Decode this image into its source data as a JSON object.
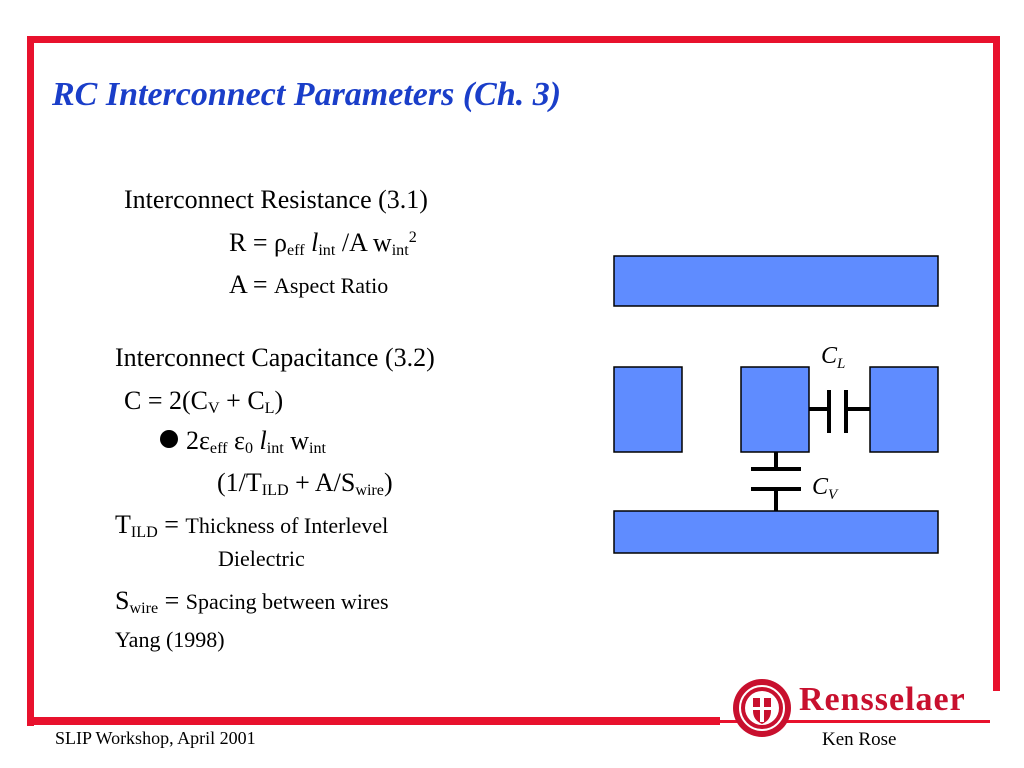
{
  "title": "RC Interconnect Parameters (Ch. 3)",
  "resistance": {
    "heading": "Interconnect Resistance (3.1)",
    "r_eq": "R = ",
    "rho": "ρ",
    "sub_eff": "eff",
    "l": "l",
    "sub_int": "int",
    "a_w": " /A w",
    "sup_2": "2",
    "a_eq": "A = ",
    "a_def": "Aspect Ratio"
  },
  "capacitance": {
    "heading": "Interconnect Capacitance (3.2)",
    "c_eq_open": "C = 2(C",
    "sub_v": "V",
    "plus_c": " + C",
    "sub_l": "L",
    "close": ")",
    "two_eps": "2ε",
    "sub_eff": "eff",
    "eps": " ε",
    "sub_0": "0",
    "l": "l",
    "sub_int": "int",
    "w": " w",
    "sub_int2": "int",
    "paren_open": "(1/T",
    "sub_ild": "ILD",
    "plus_a_s": " + A/S",
    "sub_wire": "wire",
    "paren_close": ")"
  },
  "definitions": {
    "t": "T",
    "t_sub": "ILD",
    "t_eq": " = ",
    "t_def_1": "Thickness of Interlevel",
    "t_def_2": "Dielectric",
    "s": "S",
    "s_sub": "wire",
    "s_eq": " = ",
    "s_def": "Spacing between wires",
    "citation": "Yang (1998)"
  },
  "diagram": {
    "cl_main": "C",
    "cl_sub": "L",
    "cv_main": "C",
    "cv_sub": "V",
    "wire_color": "#5f8cff"
  },
  "footer": {
    "left": "SLIP Workshop, April 2001",
    "right": "Ken Rose"
  },
  "logo": {
    "text": "Rensselaer"
  },
  "colors": {
    "frame": "#e8112d",
    "title": "#1a3ec9",
    "logo": "#c8102e"
  }
}
